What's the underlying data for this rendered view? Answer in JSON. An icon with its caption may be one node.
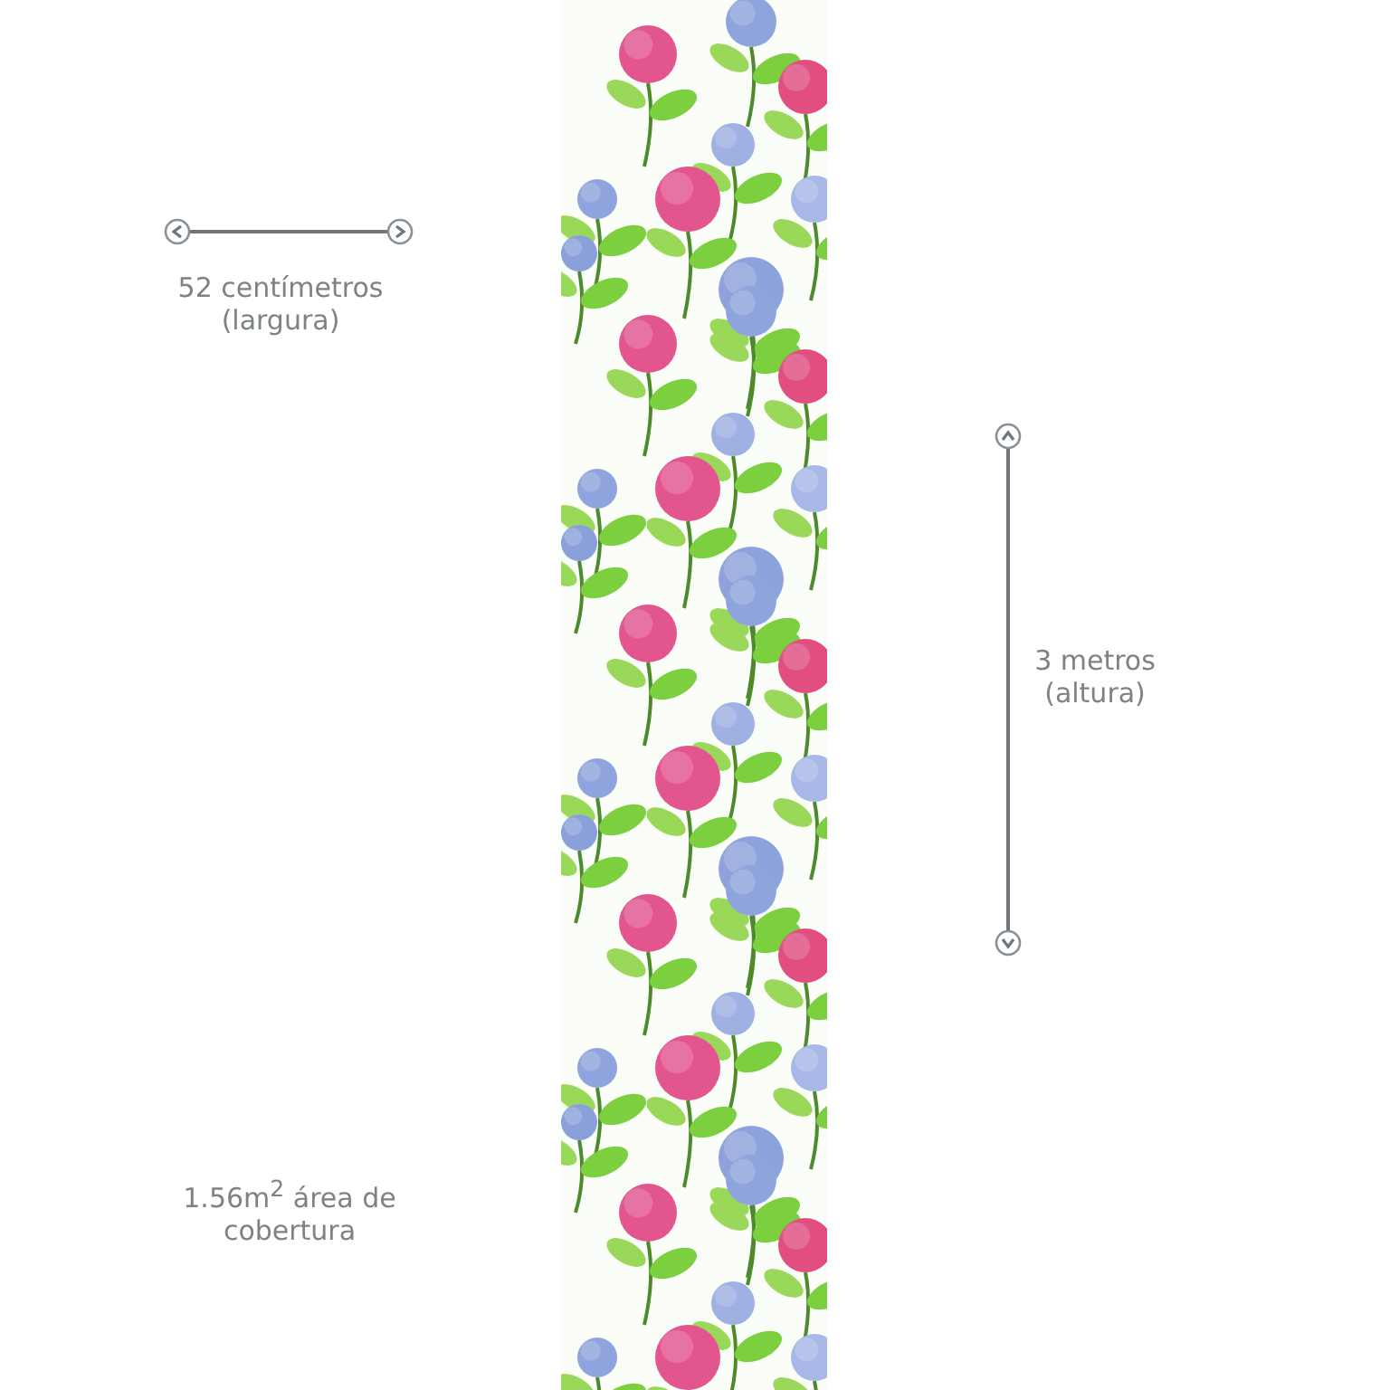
{
  "diagram": {
    "labels": [
      "52 centímetros (largura)",
      "3 metros (altura)",
      "1.56m$^{2}$ área de cobertura"
    ]
  }
}
